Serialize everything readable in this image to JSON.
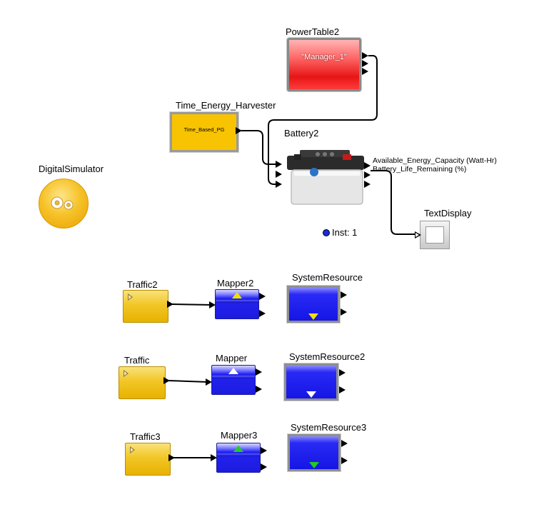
{
  "director": {
    "label": "DigitalSimulator"
  },
  "power_table": {
    "label": "PowerTable2",
    "value": "\"Manager_1\"",
    "color": "#e81515"
  },
  "harvester": {
    "label": "Time_Energy_Harvester",
    "value": "Time_Based_PG",
    "color": "#f8c300"
  },
  "battery": {
    "label": "Battery2",
    "outputs": [
      "Available_Energy_Capacity (Watt-Hr)",
      "Battery_Life_Remaining (%)"
    ],
    "instance": "Inst: 1"
  },
  "text_display": {
    "label": "TextDisplay"
  },
  "rows": [
    {
      "traffic": "Traffic2",
      "mapper": "Mapper2",
      "resource": "SystemResource",
      "indicator_color": "#f0e000"
    },
    {
      "traffic": "Traffic",
      "mapper": "Mapper",
      "resource": "SystemResource2",
      "indicator_color": "#ffffff"
    },
    {
      "traffic": "Traffic3",
      "mapper": "Mapper3",
      "resource": "SystemResource3",
      "indicator_color": "#22cc22"
    }
  ]
}
